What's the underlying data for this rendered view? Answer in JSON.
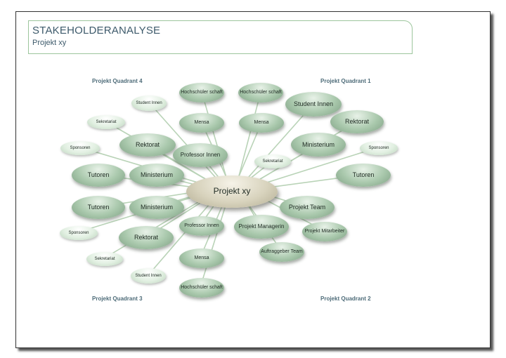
{
  "header": {
    "title": "STAKEHOLDERANALYSE",
    "subtitle": "Projekt xy"
  },
  "quadrants": {
    "q4": "Projekt Quadrant 4",
    "q1": "Projekt Quadrant 1",
    "q3": "Projekt Quadrant 3",
    "q2": "Projekt Quadrant 2"
  },
  "center": "Projekt xy",
  "nodes": {
    "hochschuelerschaft_top_left": "Hochschüler schaft",
    "hochschuelerschaft_top_right": "Hochschüler schaft",
    "student_innen_small_top": "Student Innen",
    "student_innen_q1": "Student Innen",
    "sekretariat_q4": "Sekretariat",
    "mensa_top_left": "Mensa",
    "mensa_top_right": "Mensa",
    "rektorat_q1": "Rektorat",
    "sponsoren_q4": "Sponsoren",
    "rektorat_q4": "Rektorat",
    "professor_innen_q4": "Professor Innen",
    "ministerium_q1": "Ministerium",
    "sponsoren_q1": "Sponsoren",
    "sekretariat_center": "Sekretariat",
    "tutoren_q4": "Tutoren",
    "ministerium_q4": "Ministerium",
    "tutoren_q1": "Tutoren",
    "tutoren_q3": "Tutoren",
    "ministerium_q3": "Ministerium",
    "projekt_team": "Projekt Team",
    "sponsoren_q3": "Sponsoren",
    "professor_innen_q3": "Professor Innen",
    "projekt_managerin": "Projekt Managerin",
    "projekt_mitarbeiter": "Projekt Mitarbeiter",
    "rektorat_q3": "Rektorat",
    "auftraggeber_team": "Auftraggeber Team",
    "sekretariat_q3": "Sekretariat",
    "mensa_bottom": "Mensa",
    "student_innen_small_bottom": "Student Innen",
    "hochschuelerschaft_bottom": "Hochschüler schaft"
  }
}
